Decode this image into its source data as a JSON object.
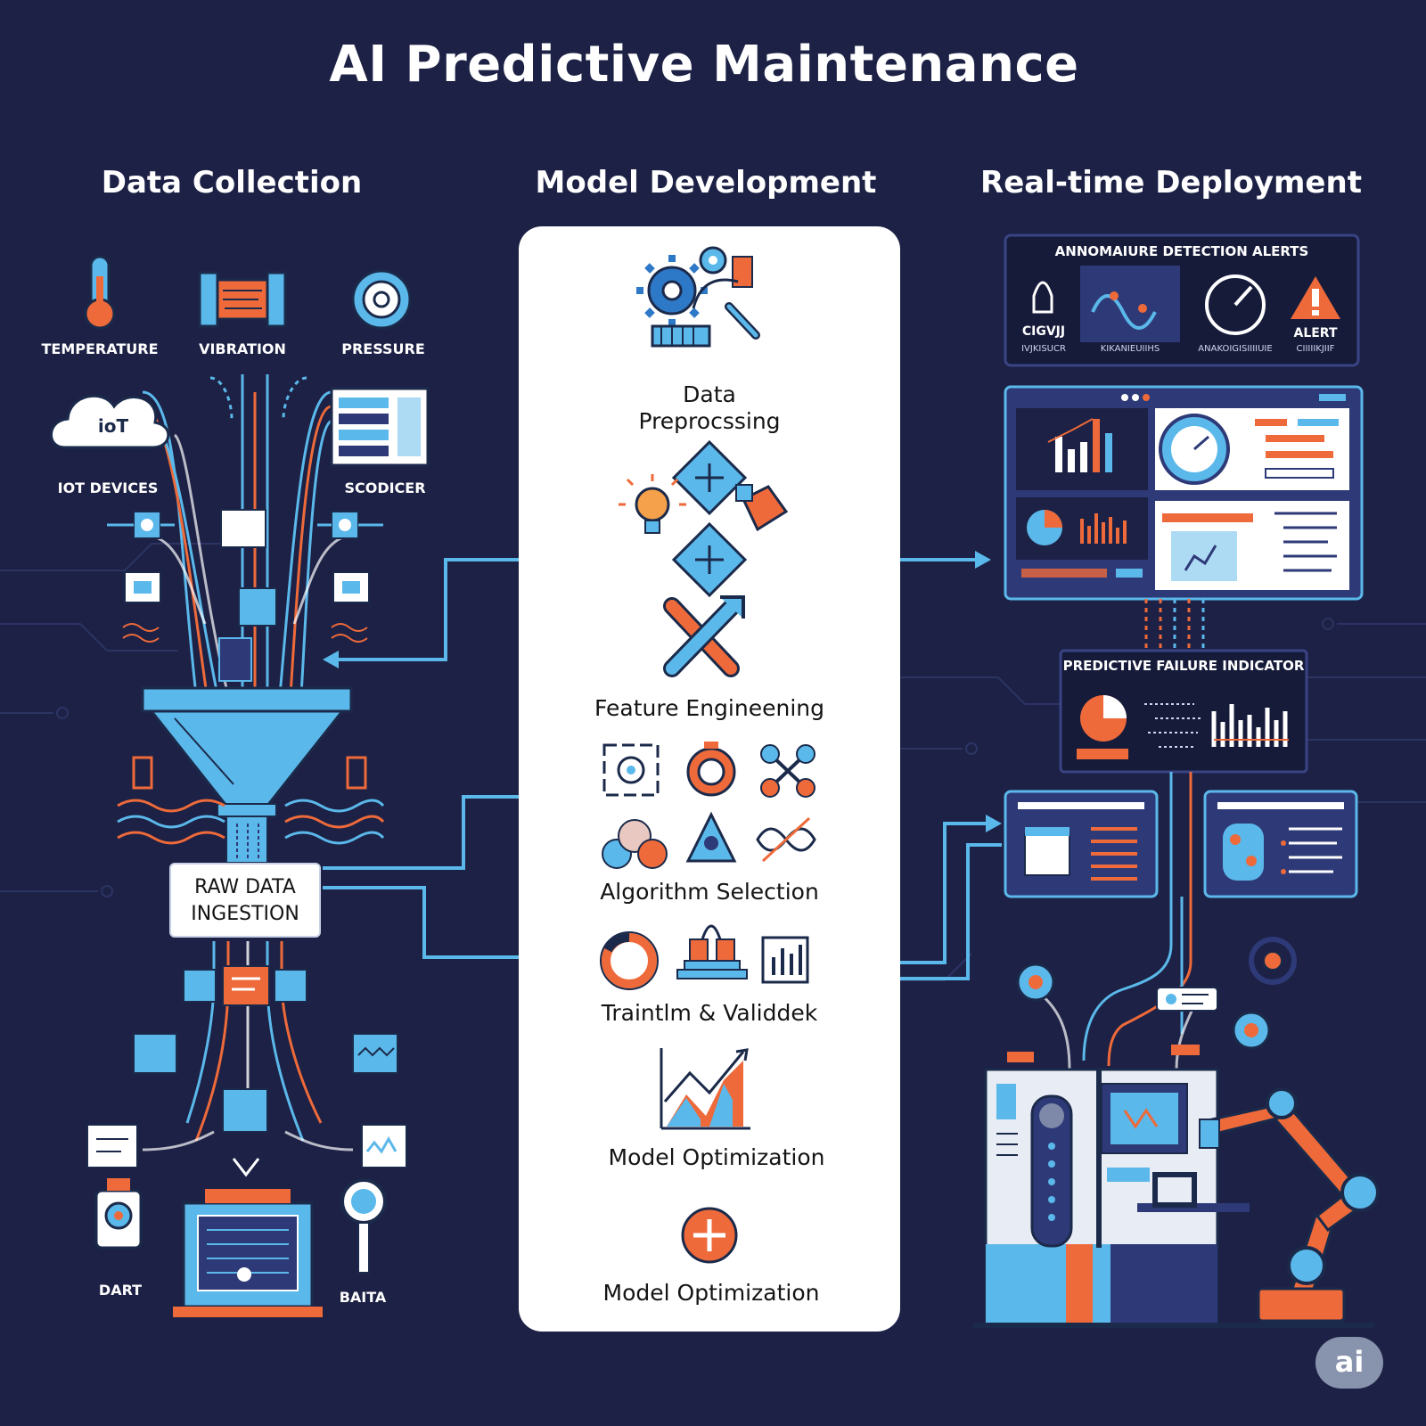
{
  "title": "AI Predictive Maintenance",
  "columns": {
    "data_collection": "Data Collection",
    "model_development": "Model Development",
    "deployment": "Real-time Deployment"
  },
  "data_collection": {
    "sensors": [
      "TEMPERATURE",
      "VIBRATION",
      "PRESSURE"
    ],
    "iot_cloud": "ioT",
    "iot_devices": "IOT DEVICES",
    "server": "SCODICER",
    "raw_data_line1": "RAW DATA",
    "raw_data_line2": "INGESTION",
    "bottom_left": "DART",
    "bottom_right": "BAITA"
  },
  "model_development": {
    "stages": [
      "Data Preprocssing",
      "Feature Engineening",
      "Algorithm Selection",
      "Traintlm & Validdek",
      "Model Optimization",
      "Model Optimization"
    ],
    "preprocessing_line1": "Data",
    "preprocessing_line2": "Preprocssing"
  },
  "deployment": {
    "alerts_title": "ANNOMAIURE DETECTION ALERTS",
    "alert_cards": [
      {
        "label": "CIGVJJ",
        "sub": "IVJKISUCR"
      },
      {
        "label": "",
        "sub": "KIKANIEUIIHS"
      },
      {
        "label": "",
        "sub": "ANAKOIGISIIIIUIE"
      },
      {
        "label": "ALERT",
        "sub": "CIIIIIKJIIF"
      }
    ],
    "indicator_title": "PREDICTIVE FAILURE INDICATOR"
  },
  "badge": "ai",
  "colors": {
    "background": "#1c2145",
    "blue": "#5bb8ea",
    "orange": "#ee6a3a",
    "navy": "#2e3a78",
    "white": "#ffffff"
  }
}
